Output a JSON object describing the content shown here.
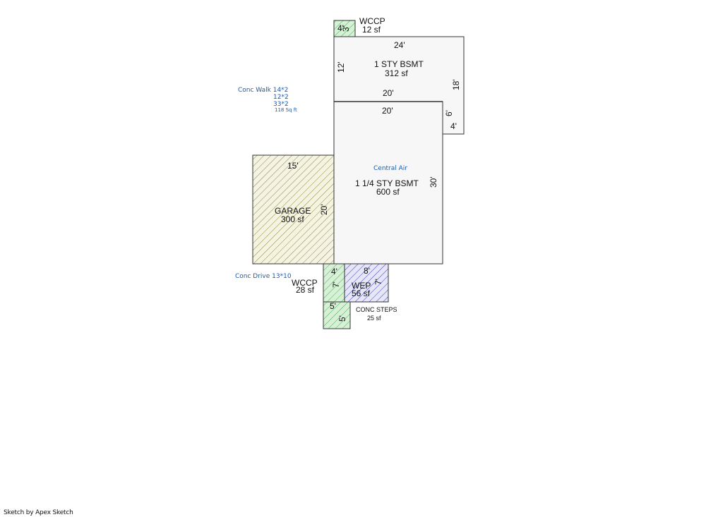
{
  "areas": {
    "wccp_top": {
      "name": "WCCP",
      "area": "12 sf",
      "dim_w": "4'",
      "dim_h": "3'"
    },
    "sty1": {
      "name": "1 STY BSMT",
      "area": "312 sf",
      "dim_top": "24'",
      "dim_left": "12'",
      "dim_right": "18'",
      "dim_bottom": "20'"
    },
    "main": {
      "name": "1 1/4 STY BSMT",
      "area": "600 sf",
      "dim_top": "20'",
      "dim_right": "30'",
      "note": "Central Air",
      "step_h": "6'",
      "step_w": "4'"
    },
    "garage": {
      "name": "GARAGE",
      "area": "300 sf",
      "dim_top": "15'",
      "dim_right": "20'"
    },
    "wccp_bottom": {
      "name": "WCCP",
      "area": "28 sf",
      "dim_w": "4'",
      "dim_h": "7'"
    },
    "wep": {
      "name": "WEP",
      "area": "56 sf",
      "dim_w": "8'",
      "dim_h": "7'"
    },
    "steps": {
      "name": "CONC STEPS",
      "area": "25 sf",
      "dim_w": "5'",
      "dim_h": "5'"
    }
  },
  "notes": {
    "walk_line1": "Conc Walk 14*2",
    "walk_line2": "12*2",
    "walk_line3": "33*2",
    "walk_line4": "118 Sq ft",
    "drive": "Conc Drive 13*10"
  },
  "footer": "Sketch by Apex Sketch",
  "colors": {
    "line": "#333333",
    "fill": "#f7f7f7",
    "green_hatch": "#4caf50",
    "blue_hatch": "#3f3fb0",
    "olive_hatch": "#8a8a3a",
    "note": "#1f5aa6"
  }
}
